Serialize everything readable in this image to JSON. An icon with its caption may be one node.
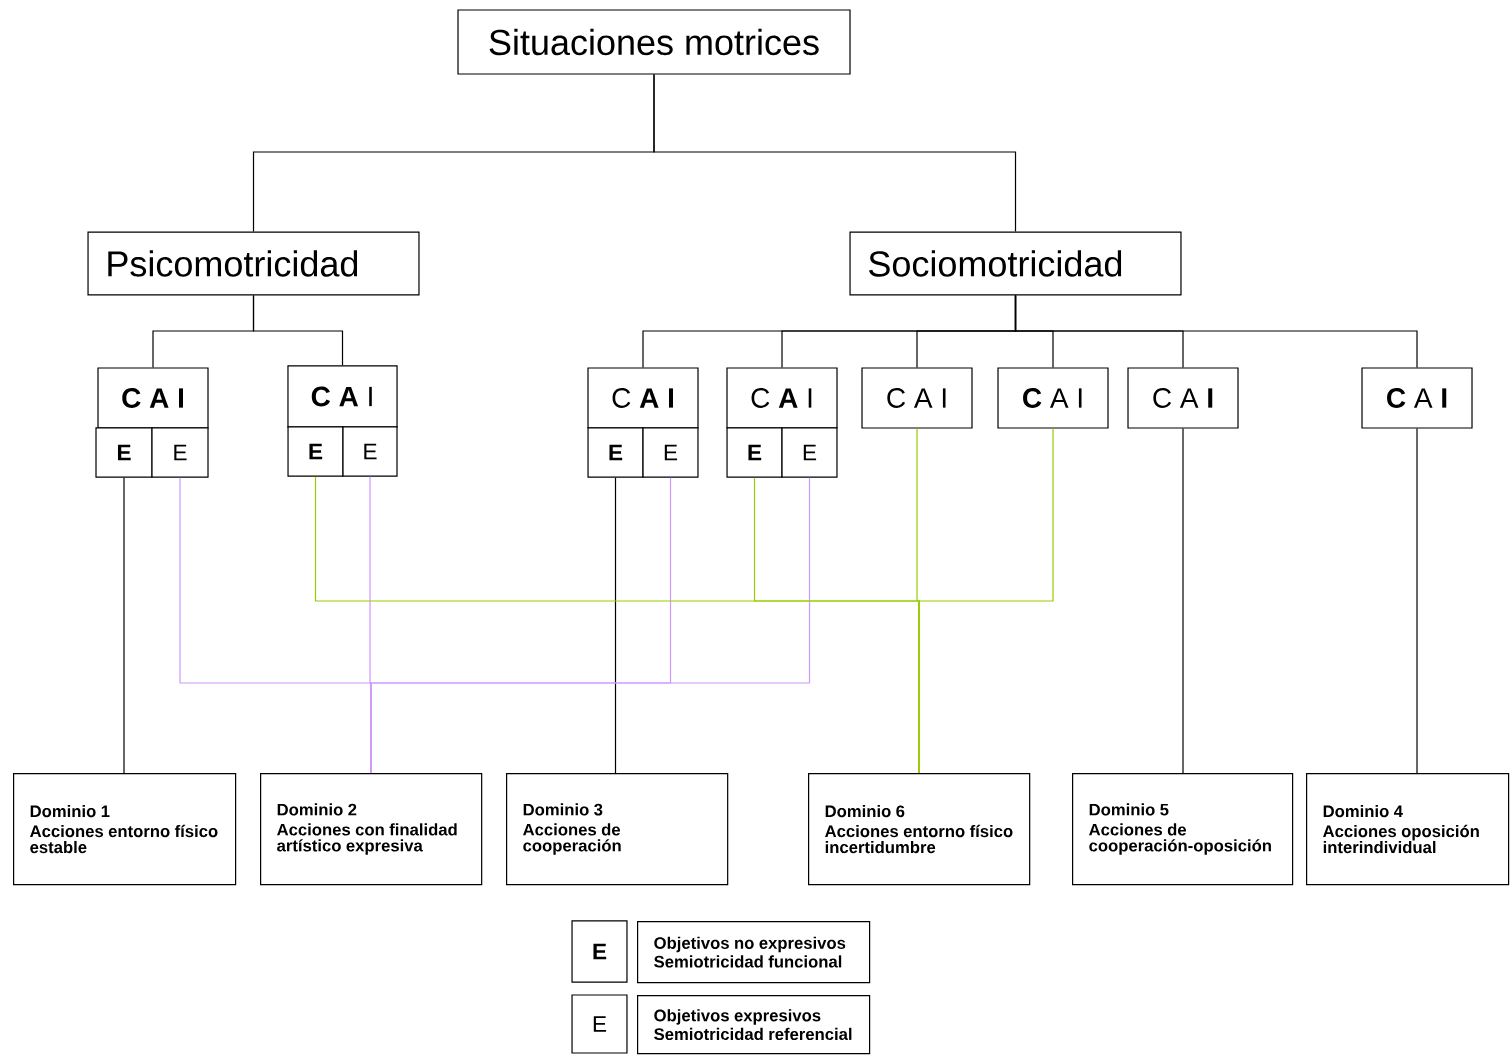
{
  "diagram": {
    "nodes": [
      {
        "text": [
          "Situaciones motrices"
        ]
      },
      {
        "text": [
          "Psicomotricidad"
        ]
      },
      {
        "text": [
          "Sociomotricidad"
        ]
      },
      {
        "text": [
          "**C A I**"
        ]
      },
      {
        "text": [
          "**E**"
        ]
      },
      {
        "text": [
          "E"
        ]
      },
      {
        "text": [
          "**C A** I"
        ]
      },
      {
        "text": [
          "**E**"
        ]
      },
      {
        "text": [
          "E"
        ]
      },
      {
        "text": [
          "C **A I**"
        ]
      },
      {
        "text": [
          "**E**"
        ]
      },
      {
        "text": [
          "E"
        ]
      },
      {
        "text": [
          "C **A** I"
        ]
      },
      {
        "text": [
          "**E**"
        ]
      },
      {
        "text": [
          "E"
        ]
      },
      {
        "text": [
          "C A I"
        ]
      },
      {
        "text": [
          "**C** A I"
        ]
      },
      {
        "text": [
          "C A **I**"
        ]
      },
      {
        "text": [
          "**C** A **I**"
        ]
      },
      {
        "text": [
          "Dominio 1",
          "Acciones entorno físico estable"
        ]
      },
      {
        "text": [
          "Dominio 2",
          "Acciones con finalidad artístico expresiva"
        ]
      },
      {
        "text": [
          "Dominio 3",
          "Acciones de cooperación"
        ]
      },
      {
        "text": [
          "Dominio 6",
          "Acciones entorno físico incertidumbre"
        ]
      },
      {
        "text": [
          "Dominio 5",
          "Acciones de cooperación-oposición"
        ]
      },
      {
        "text": [
          "Dominio 4",
          "Acciones oposición interindividual"
        ]
      },
      {
        "text": [
          "**E**"
        ]
      },
      {
        "text": [
          "Objetivos no expresivos",
          "Semiotricidad funcional"
        ]
      },
      {
        "text": [
          "E"
        ]
      },
      {
        "text": [
          "Objetivos expresivos",
          "Semiotricidad referencial"
        ]
      }
    ],
    "edges": [
      {
        "from": 0,
        "to": 1,
        "arrow": "none"
      },
      {
        "from": 0,
        "to": 2,
        "arrow": "none"
      },
      {
        "from": 1,
        "to": 3,
        "arrow": "none"
      },
      {
        "from": 1,
        "to": 6,
        "arrow": "none"
      },
      {
        "from": 2,
        "to": 9,
        "arrow": "none"
      },
      {
        "from": 2,
        "to": 12,
        "arrow": "none"
      },
      {
        "from": 2,
        "to": 15,
        "arrow": "none"
      },
      {
        "from": 2,
        "to": 16,
        "arrow": "none"
      },
      {
        "from": 2,
        "to": 17,
        "arrow": "none"
      },
      {
        "from": 2,
        "to": 18,
        "arrow": "none"
      },
      {
        "from": 4,
        "to": 19,
        "arrow": "none"
      },
      {
        "from": 10,
        "to": 21,
        "arrow": "none"
      },
      {
        "from": 17,
        "to": 23,
        "arrow": "none"
      },
      {
        "from": 18,
        "to": 24,
        "arrow": "none"
      },
      {
        "from": 5,
        "to": 20,
        "arrow": "none",
        "color": "#cc99ff"
      },
      {
        "from": 8,
        "to": 20,
        "arrow": "none",
        "color": "#cc99ff"
      },
      {
        "from": 11,
        "to": 20,
        "arrow": "none",
        "color": "#cc99ff"
      },
      {
        "from": 14,
        "to": 20,
        "arrow": "none",
        "color": "#cc99ff"
      },
      {
        "from": 7,
        "to": 22,
        "arrow": "none",
        "color": "#99cc00"
      },
      {
        "from": 13,
        "to": 22,
        "arrow": "none",
        "color": "#99cc00"
      },
      {
        "from": 15,
        "to": 22,
        "arrow": "none",
        "color": "#99cc00"
      },
      {
        "from": 16,
        "to": 22,
        "arrow": "none",
        "color": "#99cc00"
      }
    ]
  }
}
